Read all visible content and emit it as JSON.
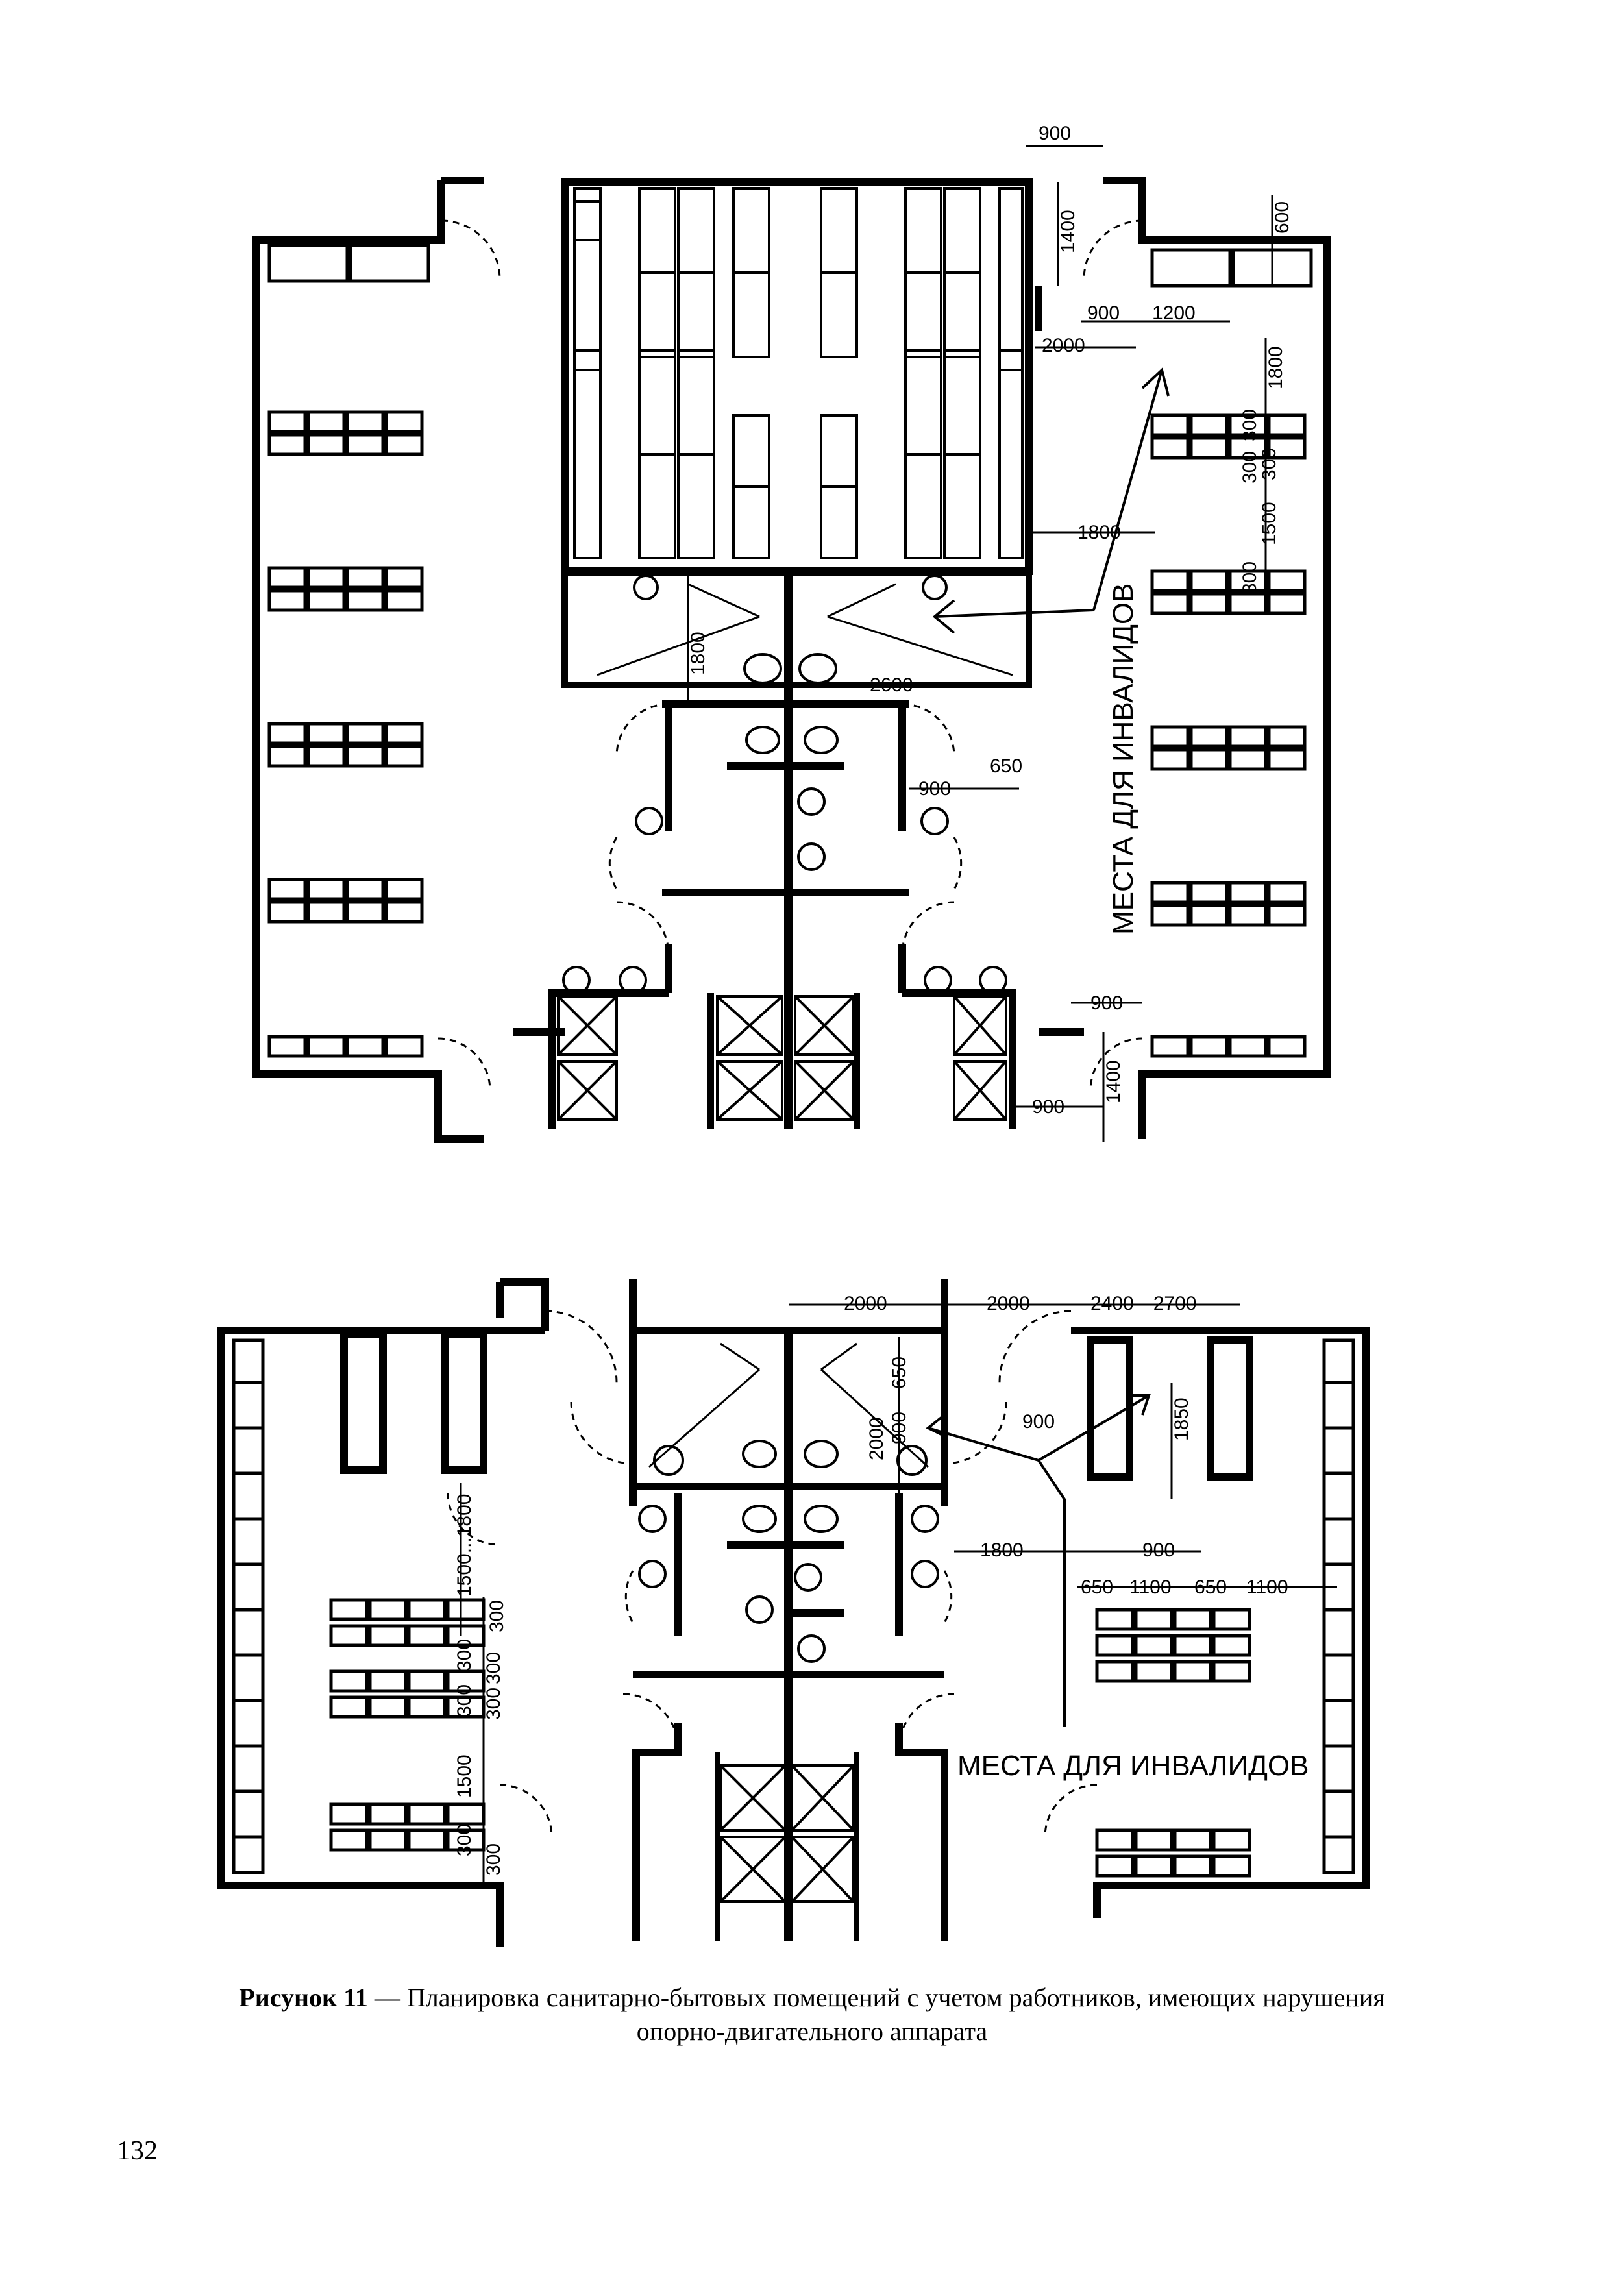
{
  "figure": {
    "label": "Рисунок 11",
    "caption_line1": " — Планировка санитарно-бытовых помещений с учетом работников,  имеющих нарушения",
    "caption_line2": "опорно-двигательного аппарата"
  },
  "page_number": "132",
  "plan_top": {
    "disabled_label": "МЕСТА ДЛЯ ИНВАЛИДОВ",
    "dims": {
      "d900_top": "900",
      "d1400_top": "1400",
      "d600": "600",
      "d900_a": "900",
      "d1200": "1200",
      "d2000": "2000",
      "d1800_v": "1800",
      "d300_a": "300",
      "d300_b": "300",
      "d300_c": "300",
      "d1500": "1500",
      "d300_d": "300",
      "d1800_h": "1800",
      "d1800_tr": "1800",
      "d2600": "2600",
      "d650": "650",
      "d900_b": "900",
      "d900_c": "900",
      "d1400_bottom": "1400",
      "d900_d": "900"
    }
  },
  "plan_bottom": {
    "disabled_label": "МЕСТА ДЛЯ ИНВАЛИДОВ",
    "dims": {
      "d2000_a": "2000",
      "d2000_b": "2000",
      "d2400_2700": "2400—2700",
      "d650_v": "650",
      "d900_v": "900",
      "d2000_v": "2000",
      "d900_r": "900",
      "d1850": "1850",
      "d1800": "1800",
      "d900_m": "900",
      "d650_a": "650",
      "d1100_a": "1100",
      "d650_b": "650",
      "d1100_b": "1100",
      "d1500_1800": "1500...1800",
      "d300_a": "300",
      "d300_b": "300",
      "d300_c": "300",
      "d300_d": "300",
      "d300_e": "300",
      "d1500": "1500",
      "d300_f": "300",
      "d300_g": "300"
    }
  }
}
